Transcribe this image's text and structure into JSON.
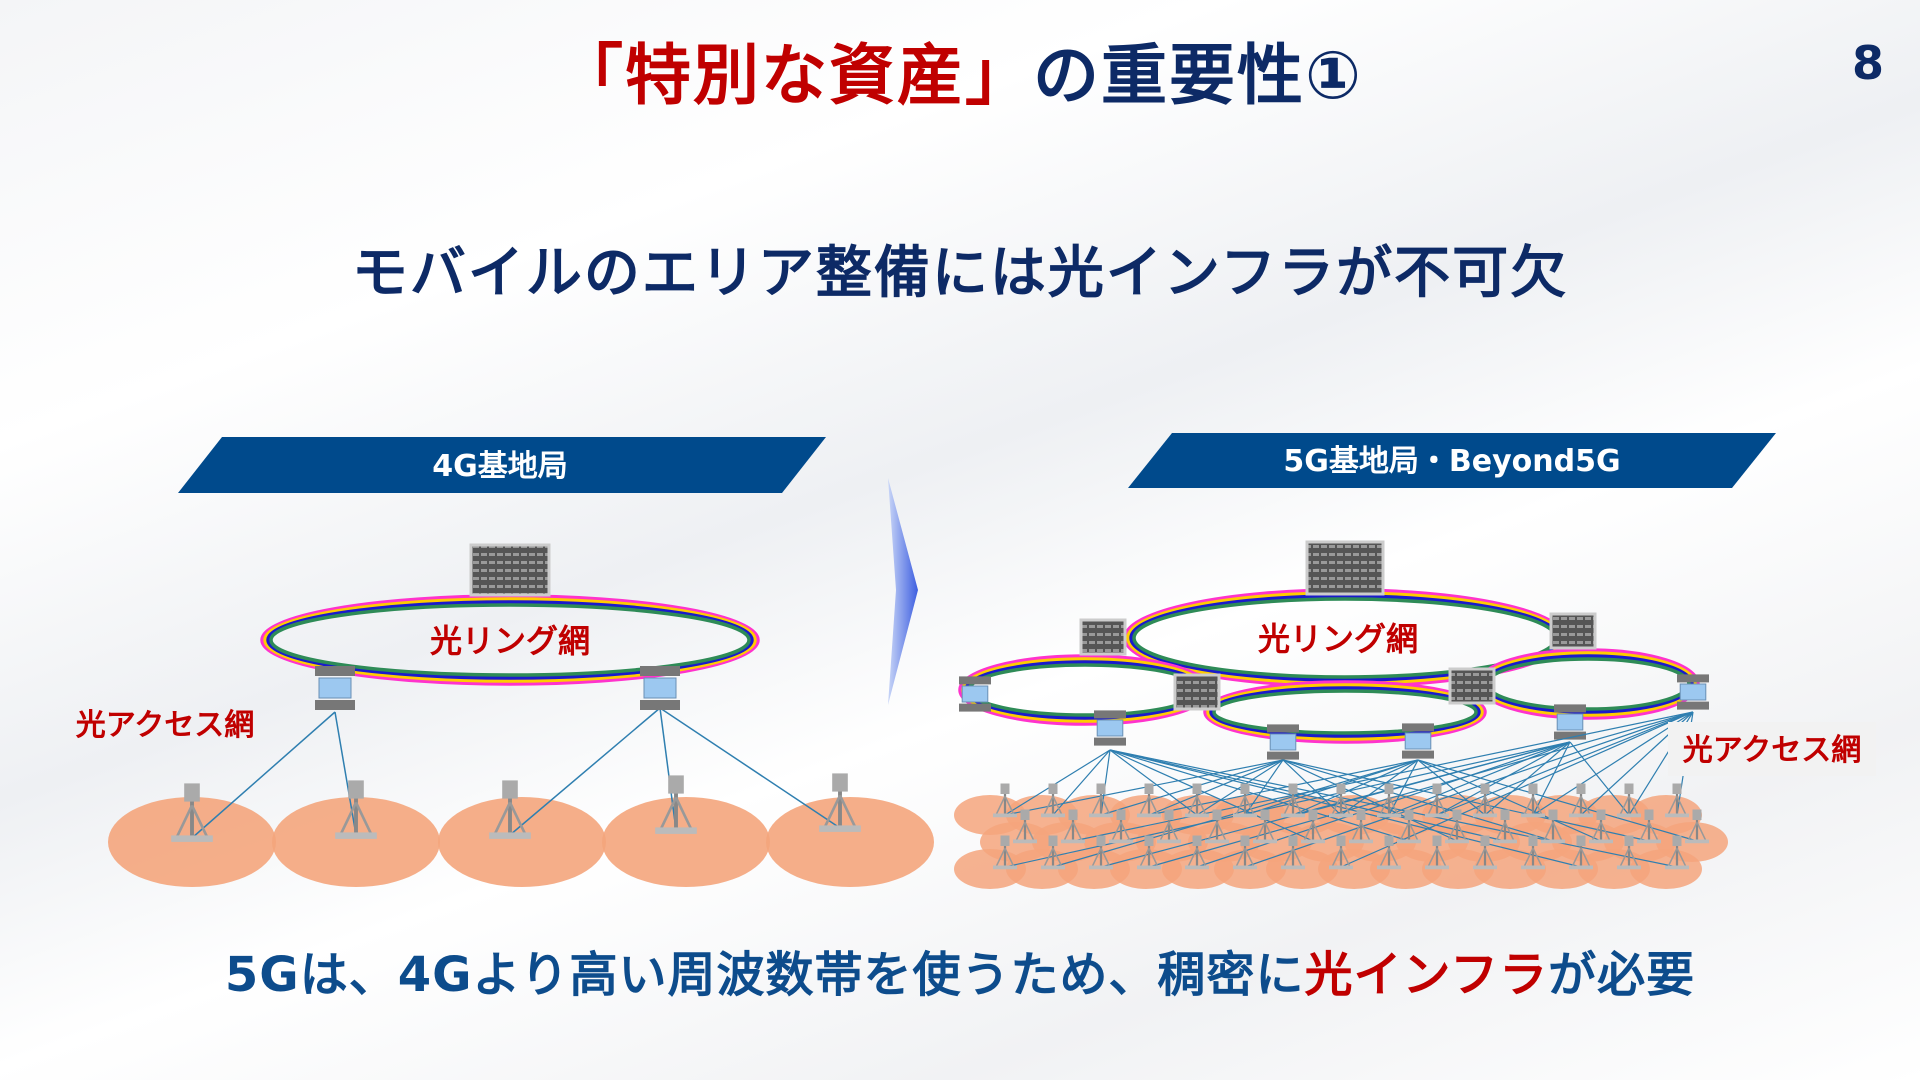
{
  "header": {
    "title_red": "「特別な資産」",
    "title_navy": "の重要性①",
    "page_number": "8"
  },
  "subtitle": "モバイルのエリア整備には光インフラが不可欠",
  "left_panel": {
    "banner": "4G基地局",
    "ring_label": "光リング網",
    "access_label": "光アクセス網"
  },
  "right_panel": {
    "banner": "5G基地局・Beyond5G",
    "ring_label": "光リング網",
    "access_label": "光アクセス網"
  },
  "footer": {
    "text_before": "5Gは、4Gより高い周波数帯を使うため、稠密に",
    "highlight": "光インフラ",
    "text_after": "が必要"
  },
  "colors": {
    "banner": "#004a8c",
    "accent_red": "#c00000",
    "navy": "#0d2a66",
    "cell": "#f4a57c"
  }
}
